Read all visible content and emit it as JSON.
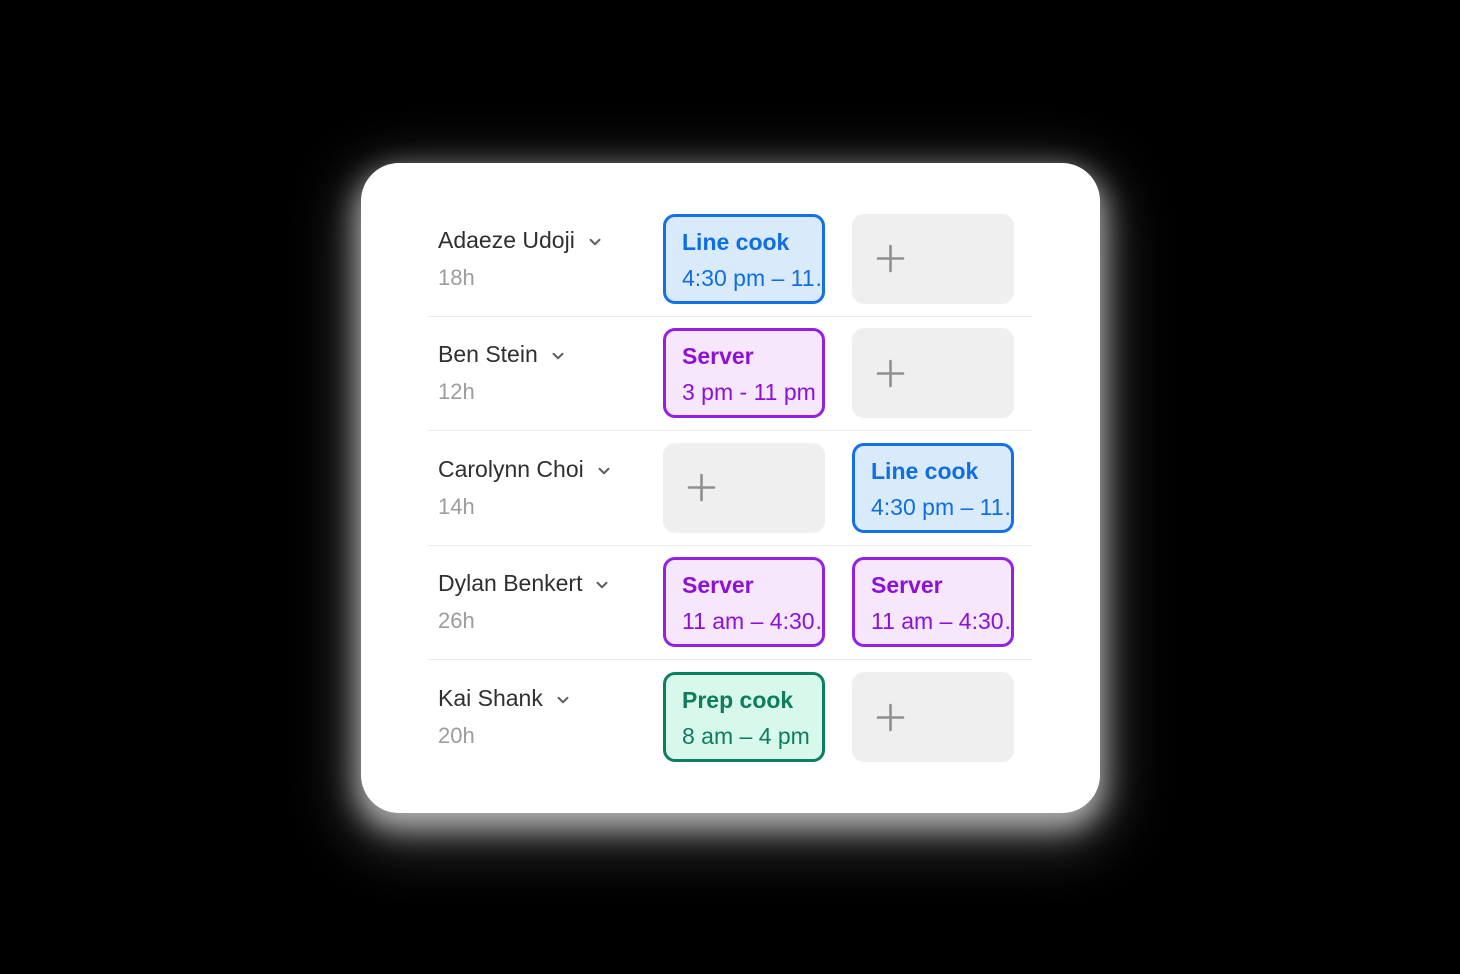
{
  "schedule": {
    "rows": [
      {
        "name": "Adaeze Udoji",
        "hours": "18h",
        "slots": [
          {
            "type": "shift",
            "color": "blue",
            "role": "Line cook",
            "time": "4:30 pm – 11…"
          },
          {
            "type": "add"
          }
        ]
      },
      {
        "name": "Ben Stein",
        "hours": "12h",
        "slots": [
          {
            "type": "shift",
            "color": "purple",
            "role": "Server",
            "time": "3 pm - 11 pm"
          },
          {
            "type": "add"
          }
        ]
      },
      {
        "name": "Carolynn Choi",
        "hours": "14h",
        "slots": [
          {
            "type": "add"
          },
          {
            "type": "shift",
            "color": "blue",
            "role": "Line cook",
            "time": "4:30 pm – 11…"
          }
        ]
      },
      {
        "name": "Dylan Benkert",
        "hours": "26h",
        "slots": [
          {
            "type": "shift",
            "color": "purple",
            "role": "Server",
            "time": "11 am – 4:30…"
          },
          {
            "type": "shift",
            "color": "purple",
            "role": "Server",
            "time": "11 am – 4:30…"
          }
        ]
      },
      {
        "name": "Kai Shank",
        "hours": "20h",
        "slots": [
          {
            "type": "shift",
            "color": "green",
            "role": "Prep cook",
            "time": "8 am – 4 pm"
          },
          {
            "type": "add"
          }
        ]
      }
    ],
    "colors": {
      "blue": {
        "border": "#1470e8",
        "bg": "#d9eafa",
        "text": "#0f6ee4"
      },
      "purple": {
        "border": "#9320e2",
        "bg": "#f6e7fc",
        "text": "#8e10d8"
      },
      "green": {
        "border": "#0d7f5f",
        "bg": "#d8f8eb",
        "text": "#0c7d5d"
      },
      "add_bg": "#efefef",
      "add_plus": "#8f8f8f"
    }
  }
}
